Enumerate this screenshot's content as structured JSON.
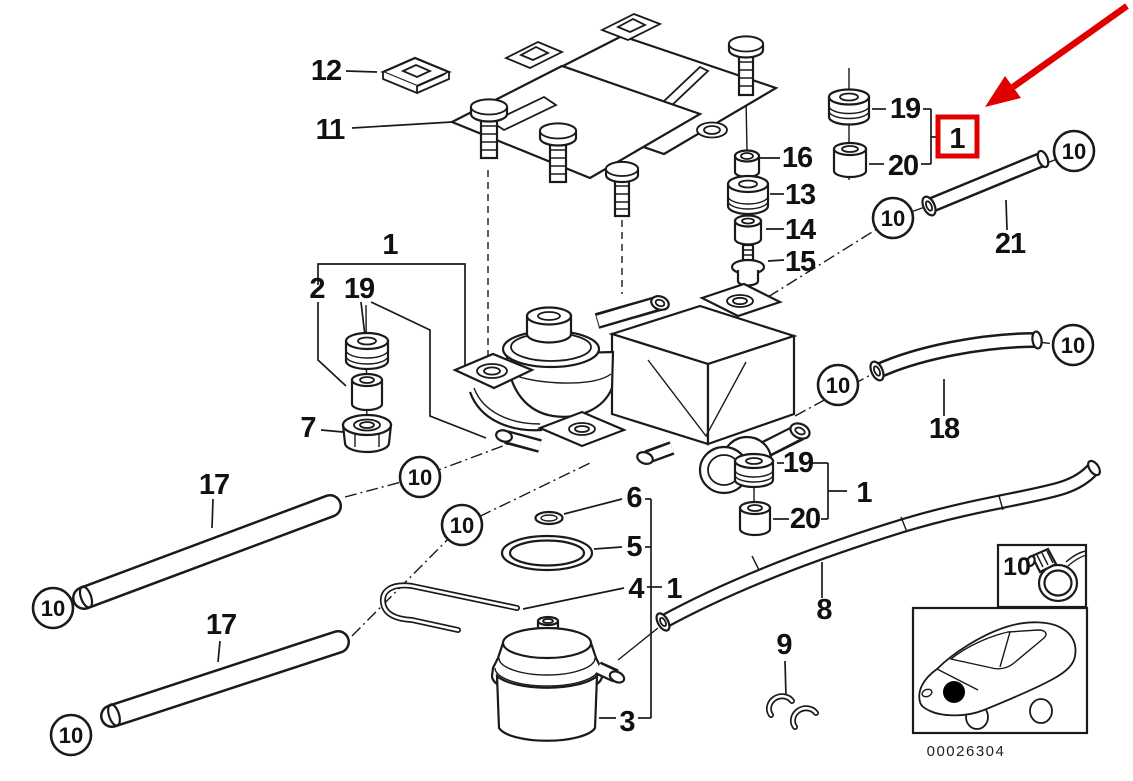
{
  "diagram": {
    "background": "#ffffff",
    "line_color": "#1a1a1a",
    "highlight_color": "#e10000",
    "doc_number": "00026304",
    "highlighted_part": "1",
    "parts": {
      "p1": "1",
      "p2": "2",
      "p3": "3",
      "p4": "4",
      "p5": "5",
      "p6": "6",
      "p7": "7",
      "p8": "8",
      "p9": "9",
      "p10": "10",
      "p11": "11",
      "p12": "12",
      "p13": "13",
      "p14": "14",
      "p15": "15",
      "p16": "16",
      "p17": "17",
      "p18": "18",
      "p19": "19",
      "p20": "20",
      "p21": "21"
    }
  }
}
